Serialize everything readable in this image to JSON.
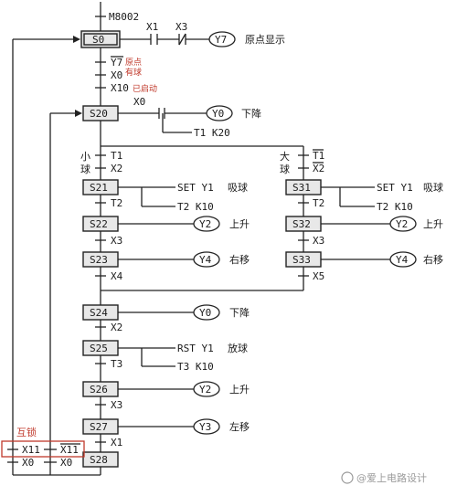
{
  "initial_contact": "M8002",
  "steps": [
    {
      "id": "S0",
      "label": "S0",
      "conditions": [
        "X1",
        "X3"
      ],
      "output": "Y7",
      "desc": "原点显示"
    },
    {
      "id": "S20",
      "label": "S20",
      "condition": "X0",
      "output": "Y0",
      "desc": "下降",
      "timer": "T1 K20"
    },
    {
      "id": "S21",
      "label": "S21",
      "action": "SET Y1",
      "desc": "吸球",
      "timer": "T2 K10"
    },
    {
      "id": "S22",
      "label": "S22",
      "output": "Y2",
      "desc": "上升"
    },
    {
      "id": "S23",
      "label": "S23",
      "output": "Y4",
      "desc": "右移"
    },
    {
      "id": "S31",
      "label": "S31",
      "action": "SET Y1",
      "desc": "吸球",
      "timer": "T2 K10"
    },
    {
      "id": "S32",
      "label": "S32",
      "output": "Y2",
      "desc": "上升"
    },
    {
      "id": "S33",
      "label": "S33",
      "output": "Y4",
      "desc": "右移"
    },
    {
      "id": "S24",
      "label": "S24",
      "output": "Y0",
      "desc": "下降"
    },
    {
      "id": "S25",
      "label": "S25",
      "action": "RST Y1",
      "desc": "放球",
      "timer": "T3 K10"
    },
    {
      "id": "S26",
      "label": "S26",
      "output": "Y2",
      "desc": "上升"
    },
    {
      "id": "S27",
      "label": "S27",
      "output": "Y3",
      "desc": "左移"
    },
    {
      "id": "S28",
      "label": "S28"
    }
  ],
  "transitions": {
    "t_s0_s20": [
      "Y7",
      "X0",
      "X10"
    ],
    "t_s0_s20_notes": [
      "原点",
      "有球",
      "已启动"
    ],
    "t_s20_left": [
      "T1",
      "X2"
    ],
    "t_s20_right": [
      "T1",
      "X2"
    ],
    "branch_small": [
      "小",
      "球"
    ],
    "branch_large": [
      "大",
      "球"
    ],
    "t_s21_s22": "T2",
    "t_s22_s23": "X3",
    "t_s23_s24": "X4",
    "t_s31_s32": "T2",
    "t_s32_s33": "X3",
    "t_s33_s24": "X5",
    "t_s24_s25": "X2",
    "t_s25_s26": "T3",
    "t_s26_s27": "X3",
    "t_s27_s28": "X1"
  },
  "interlock": {
    "label": "互锁",
    "left_top": "X11",
    "left_bottom": "X0",
    "right_top": "X11",
    "right_bottom": "X0"
  },
  "watermark": "@爱上电路设计",
  "colors": {
    "annotation": "#c0392b",
    "line": "#222222",
    "box_fill": "#e8e8e8"
  }
}
